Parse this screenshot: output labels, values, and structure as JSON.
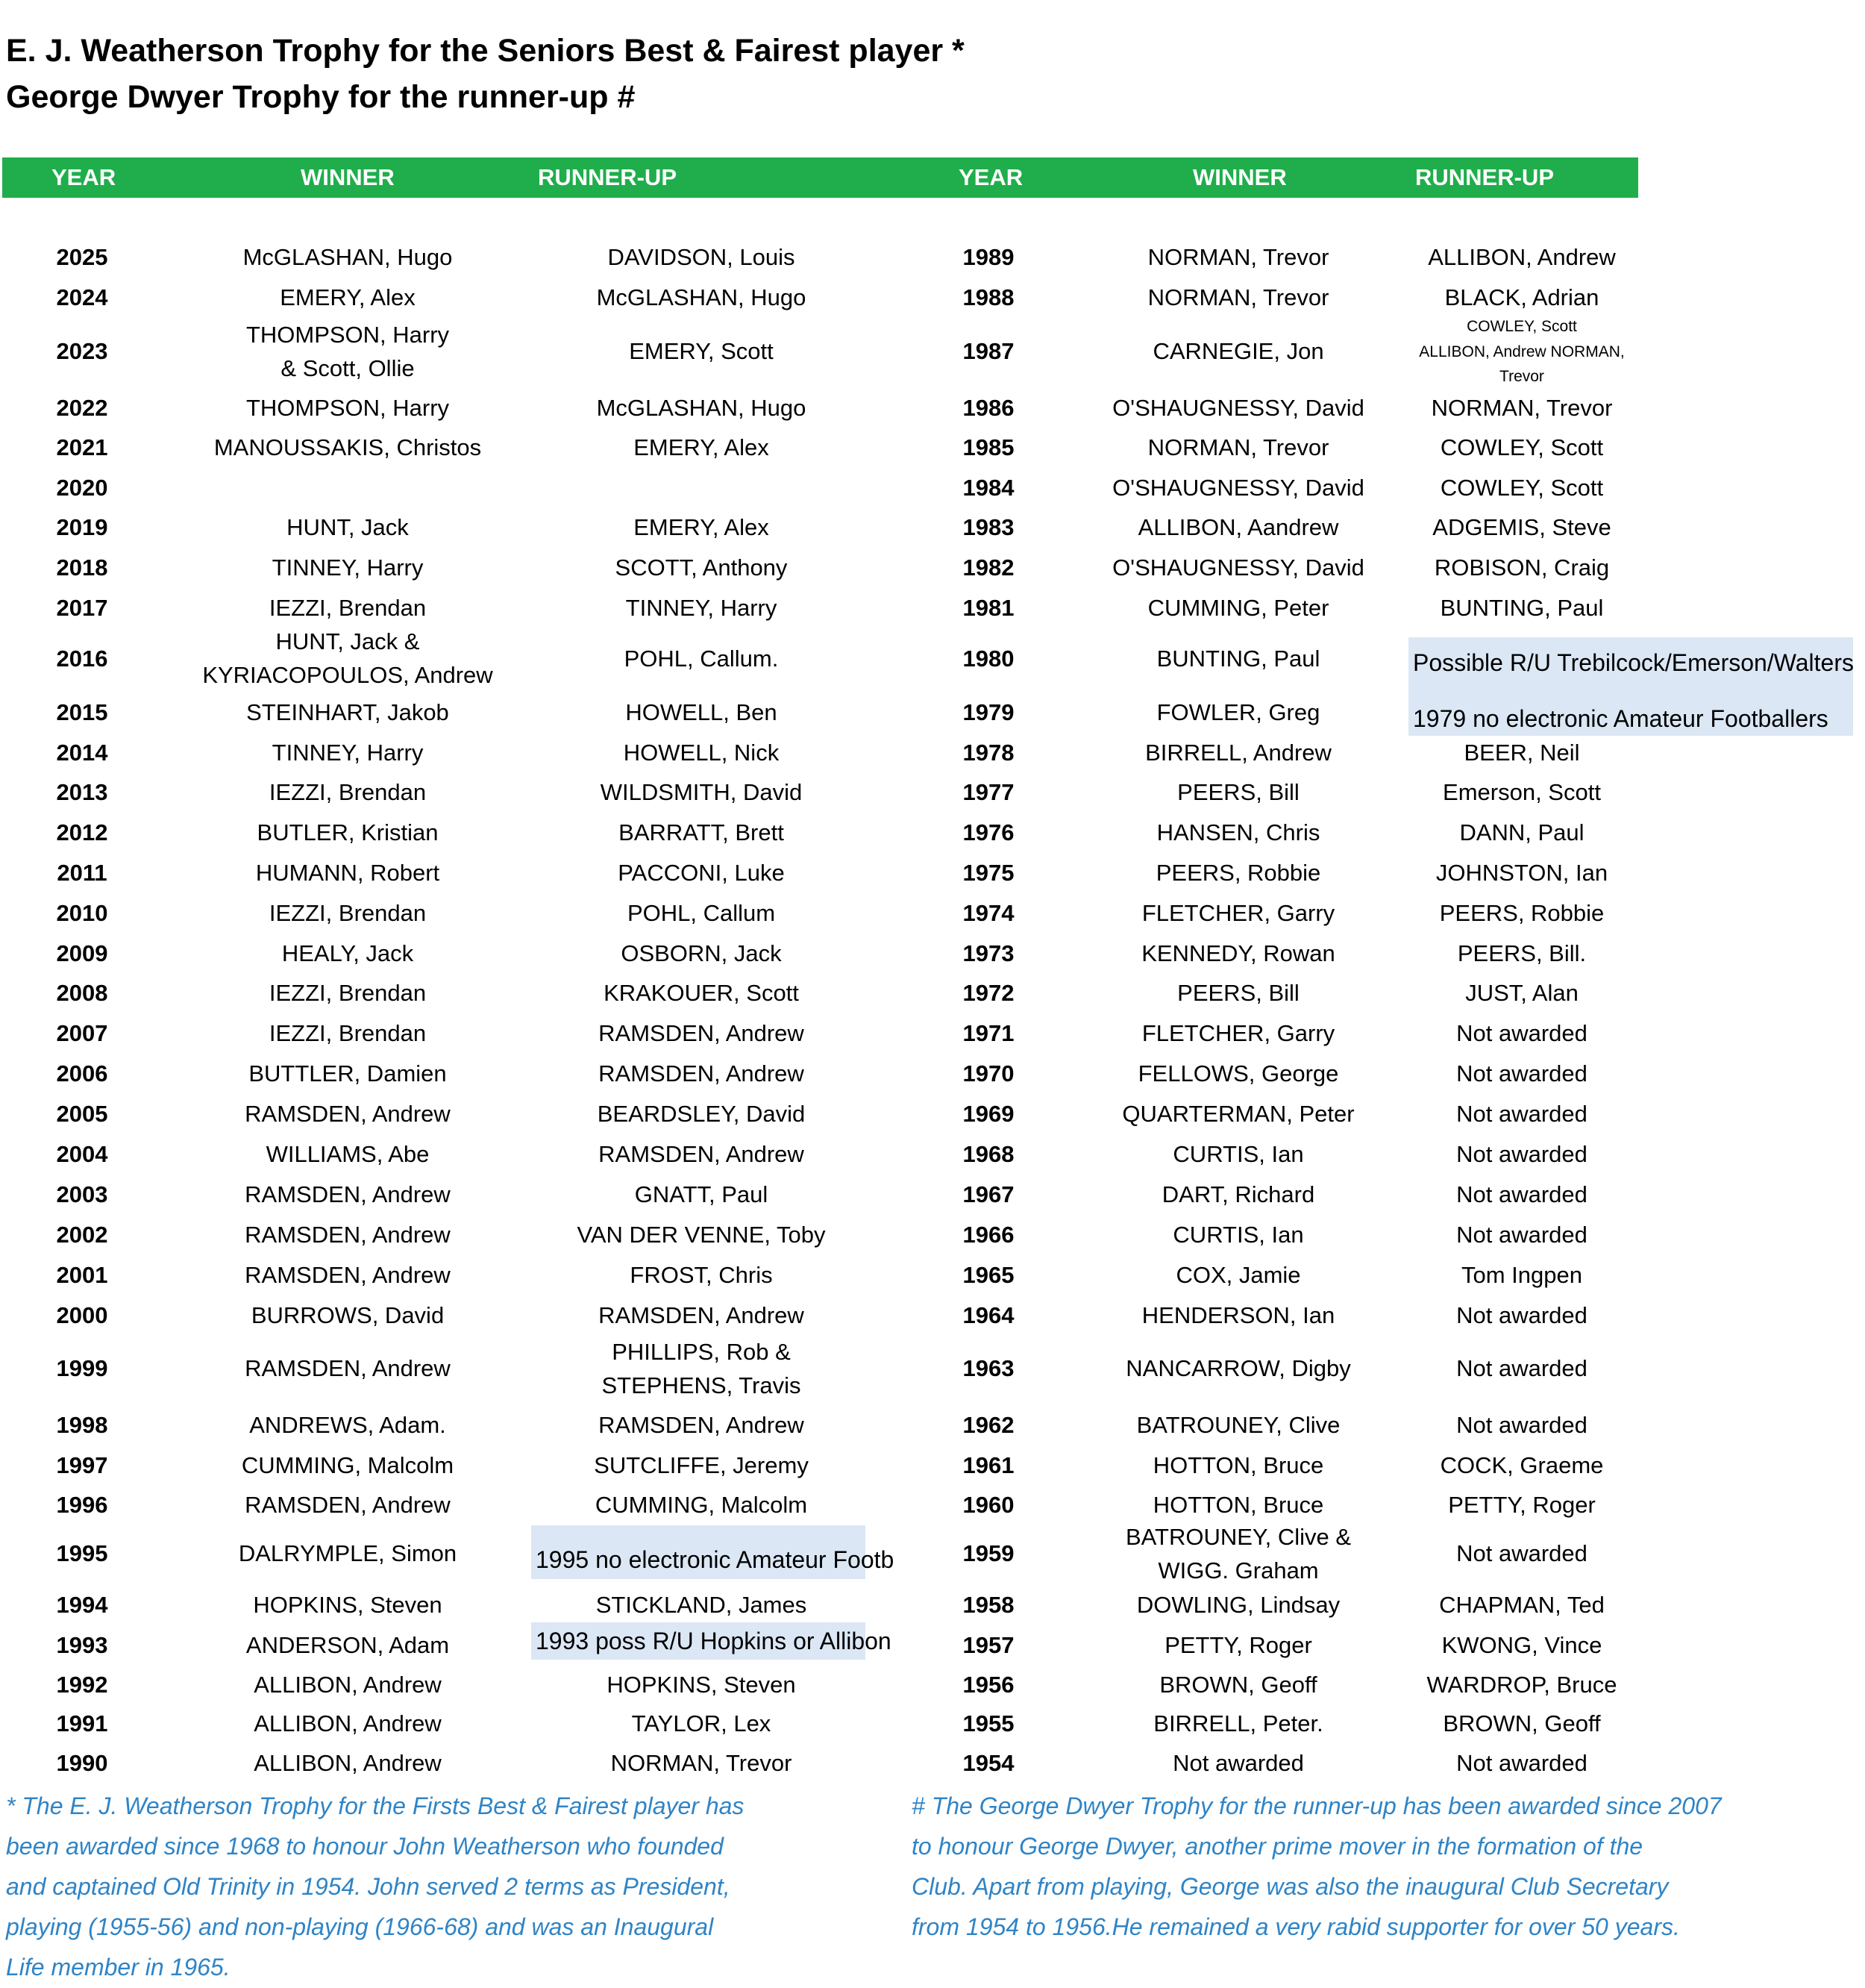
{
  "titles": {
    "line1": "E. J. Weatherson Trophy for the Seniors Best & Fairest player *",
    "line2": "George Dwyer Trophy for the runner-up #"
  },
  "header": {
    "left": {
      "year": "YEAR",
      "winner": "WINNER",
      "runner_up": "RUNNER-UP"
    },
    "right": {
      "year": "YEAR",
      "winner": "WINNER",
      "runner_up": "RUNNER-UP"
    }
  },
  "colors": {
    "header_bg": "#1fae4b",
    "header_text": "#ffffff",
    "highlight_bg": "#dce7f5",
    "footnote_text": "#2f84c6"
  },
  "left_rows": [
    {
      "year": "2025",
      "winner": "McGLASHAN, Hugo",
      "runner_up": "DAVIDSON, Louis"
    },
    {
      "year": "2024",
      "winner": "EMERY, Alex",
      "runner_up": "McGLASHAN, Hugo"
    },
    {
      "year": "2023",
      "winner": "THOMPSON, Harry\n& Scott, Ollie",
      "runner_up": "EMERY, Scott"
    },
    {
      "year": "2022",
      "winner": "THOMPSON, Harry",
      "runner_up": "McGLASHAN, Hugo"
    },
    {
      "year": "2021",
      "winner": "MANOUSSAKIS, Christos",
      "runner_up": "EMERY, Alex"
    },
    {
      "year": "2020",
      "winner": "",
      "runner_up": ""
    },
    {
      "year": "2019",
      "winner": "HUNT, Jack",
      "runner_up": "EMERY, Alex"
    },
    {
      "year": "2018",
      "winner": "TINNEY, Harry",
      "runner_up": "SCOTT, Anthony"
    },
    {
      "year": "2017",
      "winner": "IEZZI, Brendan",
      "runner_up": "TINNEY, Harry"
    },
    {
      "year": "2016",
      "winner": "HUNT, Jack &\nKYRIACOPOULOS, Andrew",
      "runner_up": "POHL, Callum."
    },
    {
      "year": "2015",
      "winner": "STEINHART, Jakob",
      "runner_up": "HOWELL, Ben"
    },
    {
      "year": "2014",
      "winner": "TINNEY, Harry",
      "runner_up": "HOWELL, Nick"
    },
    {
      "year": "2013",
      "winner": "IEZZI, Brendan",
      "runner_up": "WILDSMITH, David"
    },
    {
      "year": "2012",
      "winner": "BUTLER, Kristian",
      "runner_up": "BARRATT, Brett"
    },
    {
      "year": "2011",
      "winner": "HUMANN, Robert",
      "runner_up": "PACCONI, Luke"
    },
    {
      "year": "2010",
      "winner": "IEZZI, Brendan",
      "runner_up": "POHL, Callum"
    },
    {
      "year": "2009",
      "winner": "HEALY, Jack",
      "runner_up": "OSBORN, Jack"
    },
    {
      "year": "2008",
      "winner": "IEZZI, Brendan",
      "runner_up": "KRAKOUER, Scott"
    },
    {
      "year": "2007",
      "winner": "IEZZI, Brendan",
      "runner_up": "RAMSDEN, Andrew"
    },
    {
      "year": "2006",
      "winner": "BUTTLER, Damien",
      "runner_up": "RAMSDEN, Andrew"
    },
    {
      "year": "2005",
      "winner": "RAMSDEN, Andrew",
      "runner_up": "BEARDSLEY, David"
    },
    {
      "year": "2004",
      "winner": "WILLIAMS, Abe",
      "runner_up": "RAMSDEN, Andrew"
    },
    {
      "year": "2003",
      "winner": "RAMSDEN, Andrew",
      "runner_up": "GNATT, Paul"
    },
    {
      "year": "2002",
      "winner": "RAMSDEN, Andrew",
      "runner_up": "VAN DER VENNE, Toby"
    },
    {
      "year": "2001",
      "winner": "RAMSDEN, Andrew",
      "runner_up": "FROST, Chris"
    },
    {
      "year": "2000",
      "winner": "BURROWS, David",
      "runner_up": "RAMSDEN, Andrew"
    },
    {
      "year": "1999",
      "winner": "RAMSDEN, Andrew",
      "runner_up": "PHILLIPS, Rob &\nSTEPHENS, Travis"
    },
    {
      "year": "1998",
      "winner": "ANDREWS, Adam.",
      "runner_up": "RAMSDEN, Andrew"
    },
    {
      "year": "1997",
      "winner": "CUMMING, Malcolm",
      "runner_up": "SUTCLIFFE, Jeremy"
    },
    {
      "year": "1996",
      "winner": "RAMSDEN, Andrew",
      "runner_up": "CUMMING, Malcolm"
    },
    {
      "year": "1995",
      "winner": "DALRYMPLE, Simon",
      "runner_up": ""
    },
    {
      "year": "1994",
      "winner": "HOPKINS, Steven",
      "runner_up": "STICKLAND, James"
    },
    {
      "year": "1993",
      "winner": "ANDERSON, Adam",
      "runner_up": ""
    },
    {
      "year": "1992",
      "winner": "ALLIBON, Andrew",
      "runner_up": "HOPKINS, Steven"
    },
    {
      "year": "1991",
      "winner": "ALLIBON, Andrew",
      "runner_up": "TAYLOR, Lex"
    },
    {
      "year": "1990",
      "winner": "ALLIBON, Andrew",
      "runner_up": "NORMAN, Trevor"
    }
  ],
  "right_rows": [
    {
      "year": "1989",
      "winner": "NORMAN, Trevor",
      "runner_up": "ALLIBON, Andrew"
    },
    {
      "year": "1988",
      "winner": "NORMAN, Trevor",
      "runner_up": "BLACK, Adrian"
    },
    {
      "year": "1987",
      "winner": "CARNEGIE, Jon",
      "runner_up": "COWLEY, Scott\nALLIBON, Andrew NORMAN,\nTrevor"
    },
    {
      "year": "1986",
      "winner": "O'SHAUGNESSY, David",
      "runner_up": "NORMAN, Trevor"
    },
    {
      "year": "1985",
      "winner": "NORMAN, Trevor",
      "runner_up": "COWLEY, Scott"
    },
    {
      "year": "1984",
      "winner": "O'SHAUGNESSY, David",
      "runner_up": "COWLEY, Scott"
    },
    {
      "year": "1983",
      "winner": "ALLIBON, Aandrew",
      "runner_up": "ADGEMIS, Steve"
    },
    {
      "year": "1982",
      "winner": "O'SHAUGNESSY, David",
      "runner_up": "ROBISON, Craig"
    },
    {
      "year": "1981",
      "winner": "CUMMING, Peter",
      "runner_up": "BUNTING, Paul"
    },
    {
      "year": "1980",
      "winner": "BUNTING, Paul",
      "runner_up": ""
    },
    {
      "year": "1979",
      "winner": "FOWLER, Greg",
      "runner_up": ""
    },
    {
      "year": "1978",
      "winner": "BIRRELL, Andrew",
      "runner_up": "BEER, Neil"
    },
    {
      "year": "1977",
      "winner": "PEERS, Bill",
      "runner_up": "Emerson, Scott"
    },
    {
      "year": "1976",
      "winner": "HANSEN, Chris",
      "runner_up": "DANN, Paul"
    },
    {
      "year": "1975",
      "winner": "PEERS, Robbie",
      "runner_up": "JOHNSTON, Ian"
    },
    {
      "year": "1974",
      "winner": "FLETCHER, Garry",
      "runner_up": "PEERS, Robbie"
    },
    {
      "year": "1973",
      "winner": "KENNEDY, Rowan",
      "runner_up": "PEERS, Bill."
    },
    {
      "year": "1972",
      "winner": "PEERS, Bill",
      "runner_up": "JUST, Alan"
    },
    {
      "year": "1971",
      "winner": "FLETCHER, Garry",
      "runner_up": "Not awarded"
    },
    {
      "year": "1970",
      "winner": "FELLOWS, George",
      "runner_up": "Not awarded"
    },
    {
      "year": "1969",
      "winner": "QUARTERMAN, Peter",
      "runner_up": "Not awarded"
    },
    {
      "year": "1968",
      "winner": "CURTIS, Ian",
      "runner_up": "Not awarded"
    },
    {
      "year": "1967",
      "winner": "DART, Richard",
      "runner_up": "Not awarded"
    },
    {
      "year": "1966",
      "winner": "CURTIS, Ian",
      "runner_up": "Not awarded"
    },
    {
      "year": "1965",
      "winner": "COX, Jamie",
      "runner_up": "Tom Ingpen"
    },
    {
      "year": "1964",
      "winner": "HENDERSON, Ian",
      "runner_up": "Not awarded"
    },
    {
      "year": "1963",
      "winner": "NANCARROW, Digby",
      "runner_up": "Not awarded"
    },
    {
      "year": "1962",
      "winner": "BATROUNEY, Clive",
      "runner_up": "Not awarded"
    },
    {
      "year": "1961",
      "winner": "HOTTON, Bruce",
      "runner_up": "COCK, Graeme"
    },
    {
      "year": "1960",
      "winner": "HOTTON, Bruce",
      "runner_up": "PETTY, Roger"
    },
    {
      "year": "1959",
      "winner": "BATROUNEY, Clive &\nWIGG. Graham",
      "runner_up": "Not awarded"
    },
    {
      "year": "1958",
      "winner": "DOWLING, Lindsay",
      "runner_up": "CHAPMAN, Ted"
    },
    {
      "year": "1957",
      "winner": "PETTY, Roger",
      "runner_up": "KWONG, Vince"
    },
    {
      "year": "1956",
      "winner": "BROWN, Geoff",
      "runner_up": "WARDROP, Bruce"
    },
    {
      "year": "1955",
      "winner": "BIRRELL, Peter.",
      "runner_up": "BROWN, Geoff"
    },
    {
      "year": "1954",
      "winner": "Not awarded",
      "runner_up": "Not awarded"
    }
  ],
  "notes": {
    "n1995": "1995 no electronic Amateur Footb",
    "n1993": "1993 poss R/U Hopkins or Allibon",
    "n1980": "Possible R/U Trebilcock/Emerson/Walters",
    "n1979": "1979 no electronic Amateur Footballers"
  },
  "footnotes": {
    "left": [
      "* The E. J. Weatherson Trophy for the Firsts Best & Fairest player has",
      "been awarded since 1968 to honour John Weatherson who founded",
      " and captained Old Trinity in 1954. John served 2 terms as President,",
      "playing (1955-56) and non-playing (1966-68)  and was an Inaugural",
      "Life member in 1965."
    ],
    "right": [
      "# The George Dwyer Trophy for the runner-up has been awarded since 2007",
      "to honour George Dwyer, another prime mover in the formation of the",
      "Club.  Apart from playing, George was also the inaugural Club Secretary",
      "from 1954 to 1956.He remained a very rabid supporter for over 50 years."
    ]
  }
}
